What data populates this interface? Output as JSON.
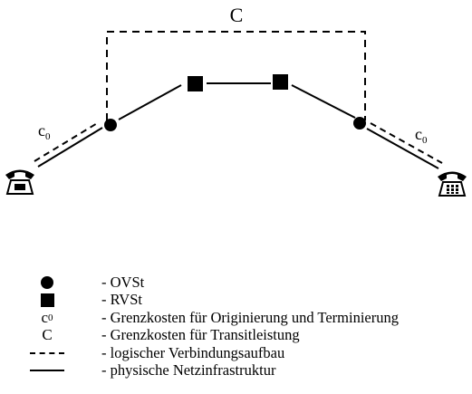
{
  "diagram": {
    "label_transit": "C",
    "label_left_access": "c",
    "label_right_access": "c",
    "subscript": "0"
  },
  "legend": {
    "items": [
      {
        "symbol": "circle",
        "text": "- OVSt"
      },
      {
        "symbol": "square",
        "text": "- RVSt"
      },
      {
        "symbol": "c0",
        "symbol_text": "c",
        "symbol_sub": "0",
        "text": "- Grenzkosten für Originierung und Terminierung"
      },
      {
        "symbol": "C",
        "symbol_text": "C",
        "text": "- Grenzkosten für Transitleistung"
      },
      {
        "symbol": "dashed-line",
        "text": "- logischer Verbindungsaufbau"
      },
      {
        "symbol": "solid-line",
        "text": "- physische Netzinfrastruktur"
      }
    ]
  }
}
